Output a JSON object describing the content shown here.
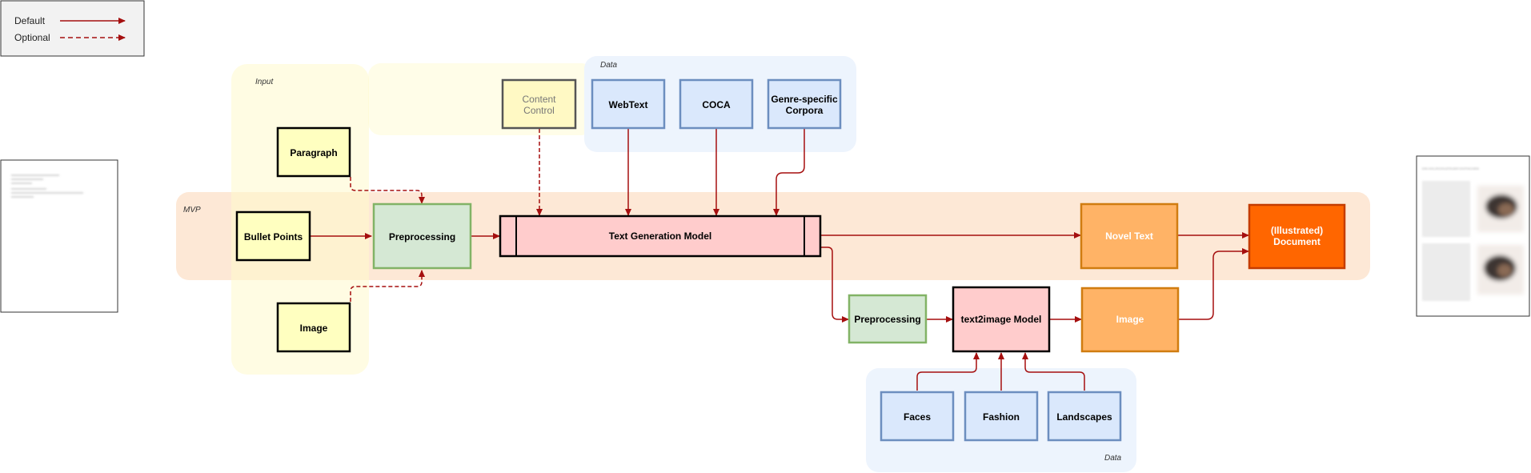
{
  "legend": {
    "default_label": "Default",
    "optional_label": "Optional"
  },
  "regions": {
    "input_label": "Input",
    "data_top_label": "Data",
    "mvp_label": "MVP",
    "data_bottom_label": "Data"
  },
  "nodes": {
    "content_control": [
      "Content",
      "Control"
    ],
    "webtext": "WebText",
    "coca": "COCA",
    "genre_corpora": [
      "Genre-specific",
      "Corpora"
    ],
    "paragraph": "Paragraph",
    "bullet_points": "Bullet Points",
    "image_input": "Image",
    "preprocessing_main": "Preprocessing",
    "text_generation_model": "Text Generation Model",
    "novel_text": "Novel Text",
    "illustrated_document": [
      "(Illustrated)",
      "Document"
    ],
    "preprocessing_image": "Preprocessing",
    "text2image_model": "text2image Model",
    "image_output": "Image",
    "faces": "Faces",
    "fashion": "Fashion",
    "landscapes": "Landscapes"
  },
  "output_preview": {
    "title": "EIN HOLZKOHLEFEUER ENTFACHEN"
  },
  "colors": {
    "edge": "#a50f0f",
    "yellow_fill": "#fff9c4",
    "green_fill": "#d5e8d4",
    "pink_fill": "#ffcccc",
    "blue_fill": "#dae8fc",
    "orange_fill": "#ffb366",
    "dark_orange_fill": "#ff6600"
  }
}
